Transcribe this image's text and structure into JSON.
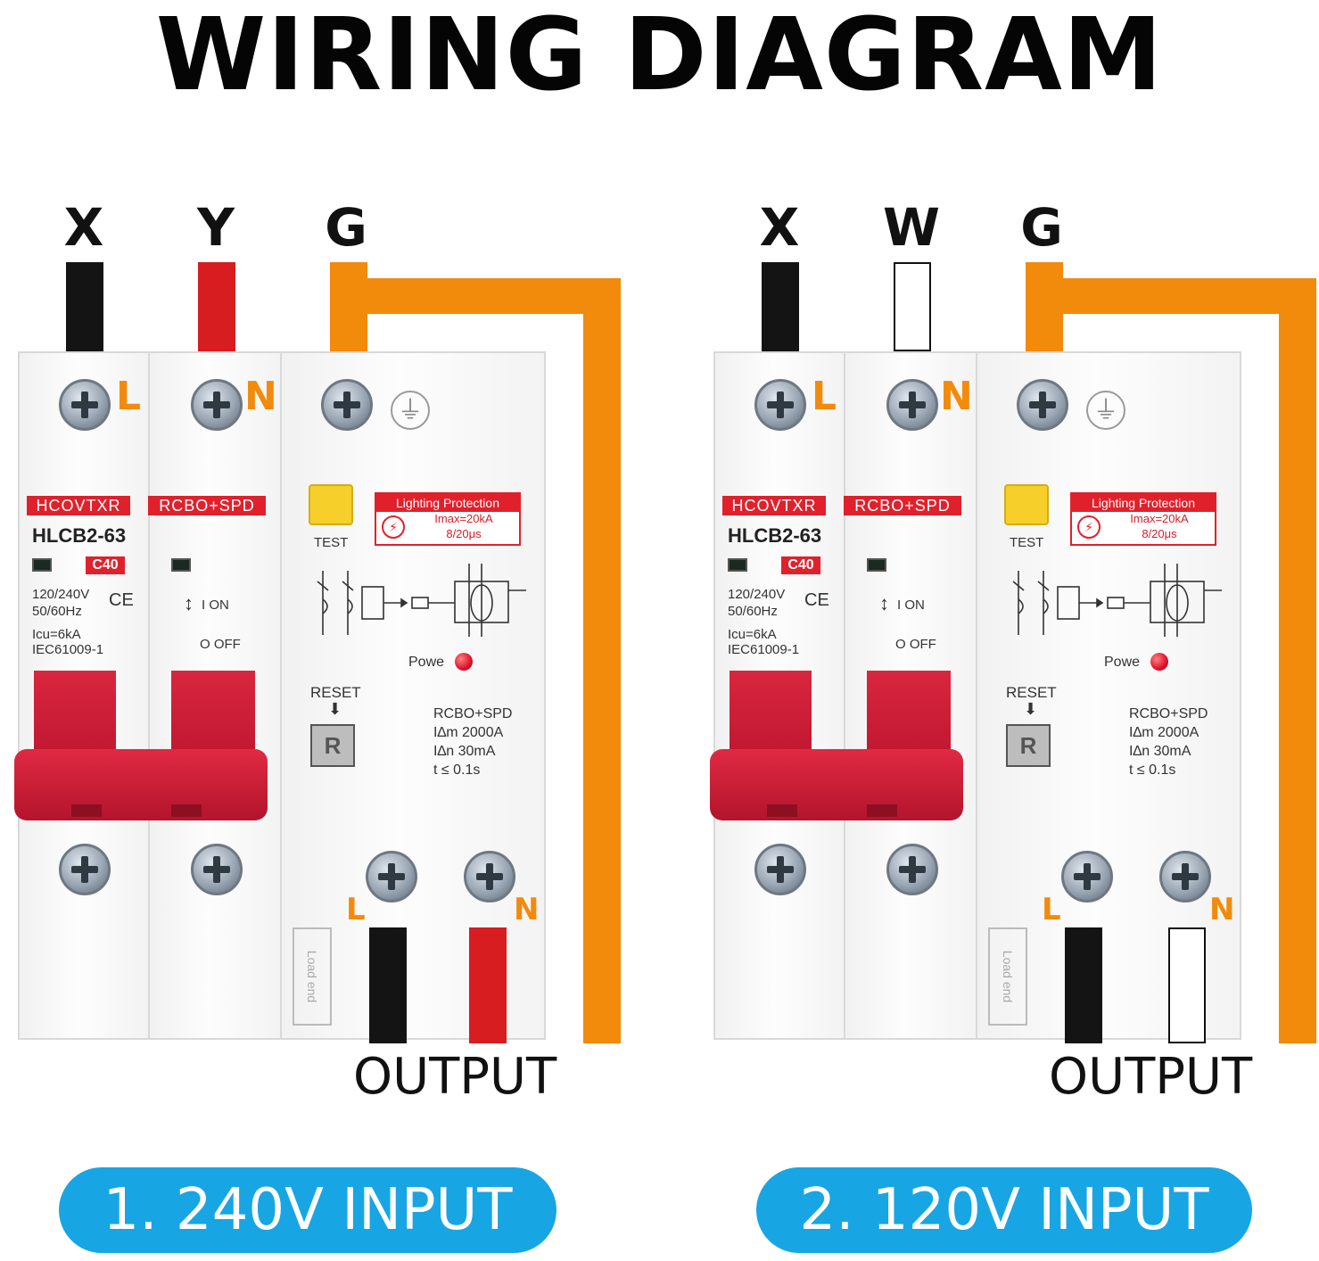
{
  "title": "WIRING DIAGRAM",
  "colors": {
    "orange": "#f28a0c",
    "red": "#d71d20",
    "black": "#141414",
    "blue": "#17a6e3"
  },
  "panels": [
    {
      "wires": [
        "X",
        "Y",
        "G"
      ],
      "top_terminals": [
        "L",
        "N"
      ],
      "brand": "HCOVTXR",
      "type_badge": "RCBO+SPD",
      "model": "HLCB2-63",
      "rating": "C40",
      "voltage": "120/240V",
      "frequency": "50/60Hz",
      "ce": "CE",
      "icu": "Icu=6kA",
      "standard": "IEC61009-1",
      "on_label": "I ON",
      "off_label": "O OFF",
      "test_label": "TEST",
      "protection_title": "Lighting Protection",
      "imax": "Imax=20kA",
      "waveform": "8/20μs",
      "power_label": "Powe",
      "reset_label": "RESET",
      "reset_key": "R",
      "spec_lines": [
        "RCBO+SPD",
        "I∆m 2000A",
        "I∆n 30mA",
        "t ≤ 0.1s"
      ],
      "bottom_terminals": [
        "L",
        "N"
      ],
      "load_end": "Load end",
      "output_label": "OUTPUT",
      "input_label": "1. 240V INPUT"
    },
    {
      "wires": [
        "X",
        "W",
        "G"
      ],
      "top_terminals": [
        "L",
        "N"
      ],
      "brand": "HCOVTXR",
      "type_badge": "RCBO+SPD",
      "model": "HLCB2-63",
      "rating": "C40",
      "voltage": "120/240V",
      "frequency": "50/60Hz",
      "ce": "CE",
      "icu": "Icu=6kA",
      "standard": "IEC61009-1",
      "on_label": "I ON",
      "off_label": "O OFF",
      "test_label": "TEST",
      "protection_title": "Lighting Protection",
      "imax": "Imax=20kA",
      "waveform": "8/20μs",
      "power_label": "Powe",
      "reset_label": "RESET",
      "reset_key": "R",
      "spec_lines": [
        "RCBO+SPD",
        "I∆m 2000A",
        "I∆n 30mA",
        "t ≤ 0.1s"
      ],
      "bottom_terminals": [
        "L",
        "N"
      ],
      "load_end": "Load end",
      "output_label": "OUTPUT",
      "input_label": "2. 120V INPUT"
    }
  ]
}
